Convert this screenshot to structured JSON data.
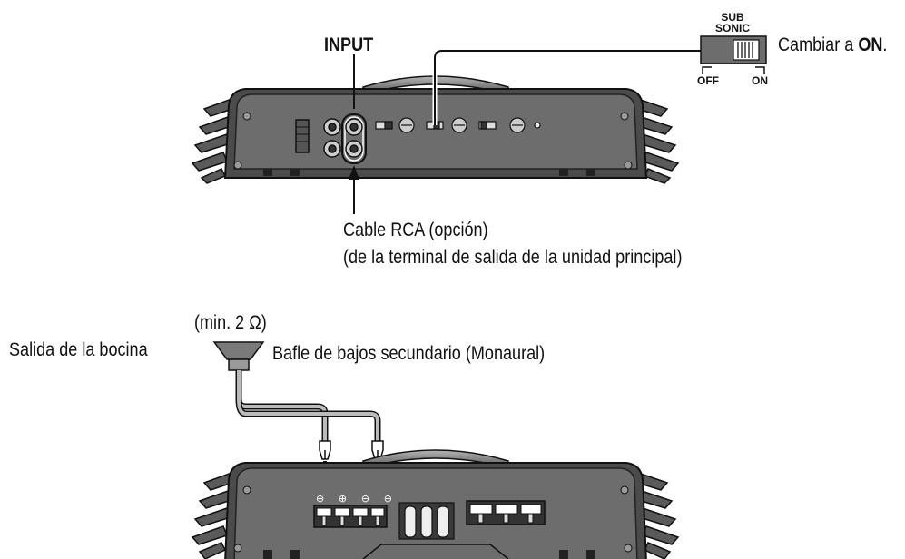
{
  "top": {
    "input_label": "INPUT",
    "switch_label_line1": "SUB",
    "switch_label_line2": "SONIC",
    "switch_off": "OFF",
    "switch_on": "ON",
    "switch_instruction_prefix": "Cambiar a ",
    "switch_instruction_emph": "ON",
    "switch_instruction_suffix": ".",
    "cable_line1": "Cable RCA (opción)",
    "cable_line2": "(de la terminal de salida de la unidad principal)"
  },
  "bottom": {
    "impedance": "(min. 2 Ω)",
    "speaker_output": "Salida de la bocina",
    "subwoofer": "Bafle de bajos secundario (Monaural)",
    "terminal_symbols": [
      "⊕",
      "⊕",
      "⊖",
      "⊖"
    ]
  },
  "colors": {
    "body_dark": "#4a4a4a",
    "body_mid": "#8a8a8a",
    "face": "#6a6a6a",
    "line": "#111111"
  }
}
